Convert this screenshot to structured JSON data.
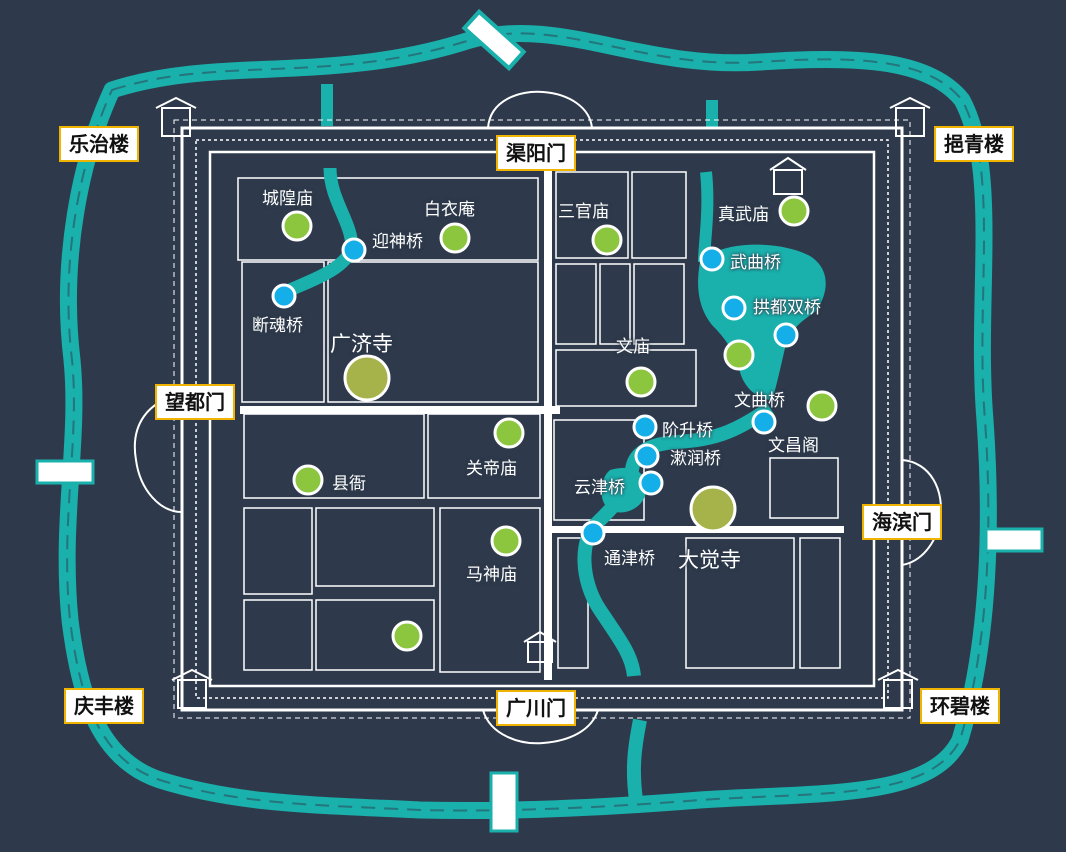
{
  "colors": {
    "background": "#2e3a4b",
    "water": "#1ab0ac",
    "wall": "#ffffff",
    "temple_marker": "#8cc63f",
    "major_temple_marker": "#a6b24a",
    "bridge_marker": "#14aee8",
    "gate_border": "#f0b400"
  },
  "gates": [
    {
      "id": "letong",
      "label": "乐治楼",
      "icon": "tower-icon"
    },
    {
      "id": "yeqing",
      "label": "挹青楼",
      "icon": "tower-icon"
    },
    {
      "id": "quyang",
      "label": "渠阳门",
      "icon": "gate-icon"
    },
    {
      "id": "wangdu",
      "label": "望都门",
      "icon": "gate-icon"
    },
    {
      "id": "haibin",
      "label": "海滨门",
      "icon": "gate-icon"
    },
    {
      "id": "qingfeng",
      "label": "庆丰楼",
      "icon": "tower-icon"
    },
    {
      "id": "guangchuan",
      "label": "广川门",
      "icon": "gate-icon"
    },
    {
      "id": "huanbi",
      "label": "环碧楼",
      "icon": "tower-icon"
    }
  ],
  "temples": [
    {
      "id": "chenghuang",
      "label": "城隍庙"
    },
    {
      "id": "baiyi",
      "label": "白衣庵"
    },
    {
      "id": "sanguan",
      "label": "三官庙"
    },
    {
      "id": "zhenwu",
      "label": "真武庙"
    },
    {
      "id": "wenmiao",
      "label": "文庙"
    },
    {
      "id": "guandi",
      "label": "关帝庙"
    },
    {
      "id": "xianya",
      "label": "县衙"
    },
    {
      "id": "mashen",
      "label": "马神庙"
    },
    {
      "id": "wenchang",
      "label": "文昌阁"
    },
    {
      "id": "guangji",
      "label": "广济寺",
      "major": true
    },
    {
      "id": "dajue",
      "label": "大觉寺",
      "major": true
    },
    {
      "id": "unnamed_se",
      "label": ""
    },
    {
      "id": "unnamed_sw",
      "label": ""
    }
  ],
  "bridges": [
    {
      "id": "yingshen",
      "label": "迎神桥"
    },
    {
      "id": "duanhun",
      "label": "断魂桥"
    },
    {
      "id": "wuqu",
      "label": "武曲桥"
    },
    {
      "id": "gongdu",
      "label": "拱都双桥"
    },
    {
      "id": "wenqu",
      "label": "文曲桥"
    },
    {
      "id": "jiesheng",
      "label": "阶升桥"
    },
    {
      "id": "shurun",
      "label": "漱润桥"
    },
    {
      "id": "yunjin",
      "label": "云津桥"
    },
    {
      "id": "tongjin",
      "label": "通津桥"
    }
  ]
}
